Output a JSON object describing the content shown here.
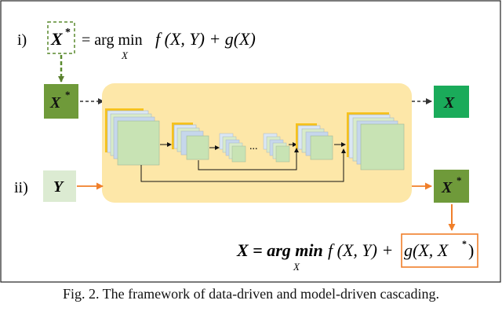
{
  "labels": {
    "row1": "i)",
    "row2": "ii)"
  },
  "eq1": {
    "var": "X",
    "star": "*",
    "equals_argmin": "= arg min",
    "sub": "X",
    "rhs": "f (X, Y) + g(X)"
  },
  "boxes": {
    "xstar_left": "X",
    "xstar_star": "*",
    "x_out": "X",
    "y_in": "Y",
    "xstar_right": "X",
    "xstar_right_star": "*"
  },
  "eq2": {
    "lhs": "X = arg min",
    "sub": "X",
    "mid": "f (X, Y) +",
    "boxed": "g(X, X",
    "boxed_star": "*",
    "boxed_close": ")"
  },
  "network": {
    "ellipsis1": "...",
    "ellipsis2": "..."
  },
  "caption": "Fig. 2.  The framework of data-driven and model-driven cascading.",
  "colors": {
    "dark_green": "#6f9a3a",
    "bright_green": "#1aab5a",
    "light_green_box": "#dcebd2",
    "orange": "#f07f2a",
    "yellow_panel": "#fde7a8",
    "feature_green": "#c8e3b4",
    "feature_blue": "#c6d7ec",
    "feature_yellow": "#f7c21b"
  }
}
